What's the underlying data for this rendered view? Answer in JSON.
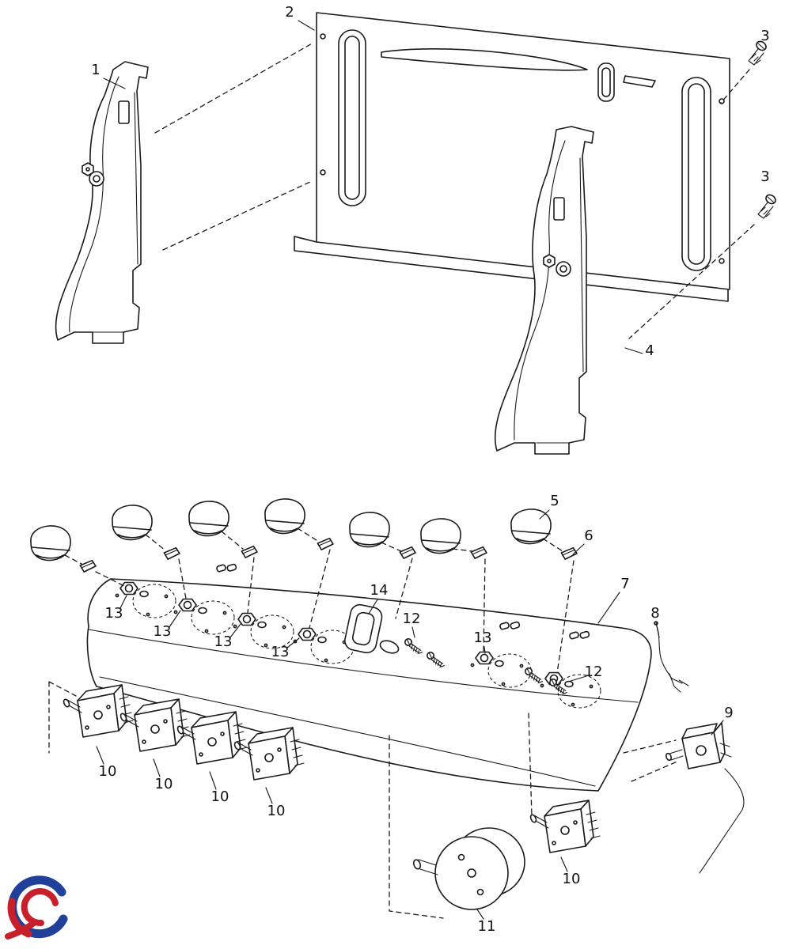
{
  "figure": {
    "part_labels": {
      "p1": "1",
      "p2": "2",
      "p3": "3",
      "p4": "4",
      "p5": "5",
      "p6": "6",
      "p7": "7",
      "p8": "8",
      "p9": "9",
      "p10": "10",
      "p11": "11",
      "p12": "12",
      "p13": "13",
      "p14": "14"
    },
    "colors": {
      "line": "#1a1a1a",
      "logo_blue": "#21409a",
      "logo_red": "#c8202b"
    }
  }
}
